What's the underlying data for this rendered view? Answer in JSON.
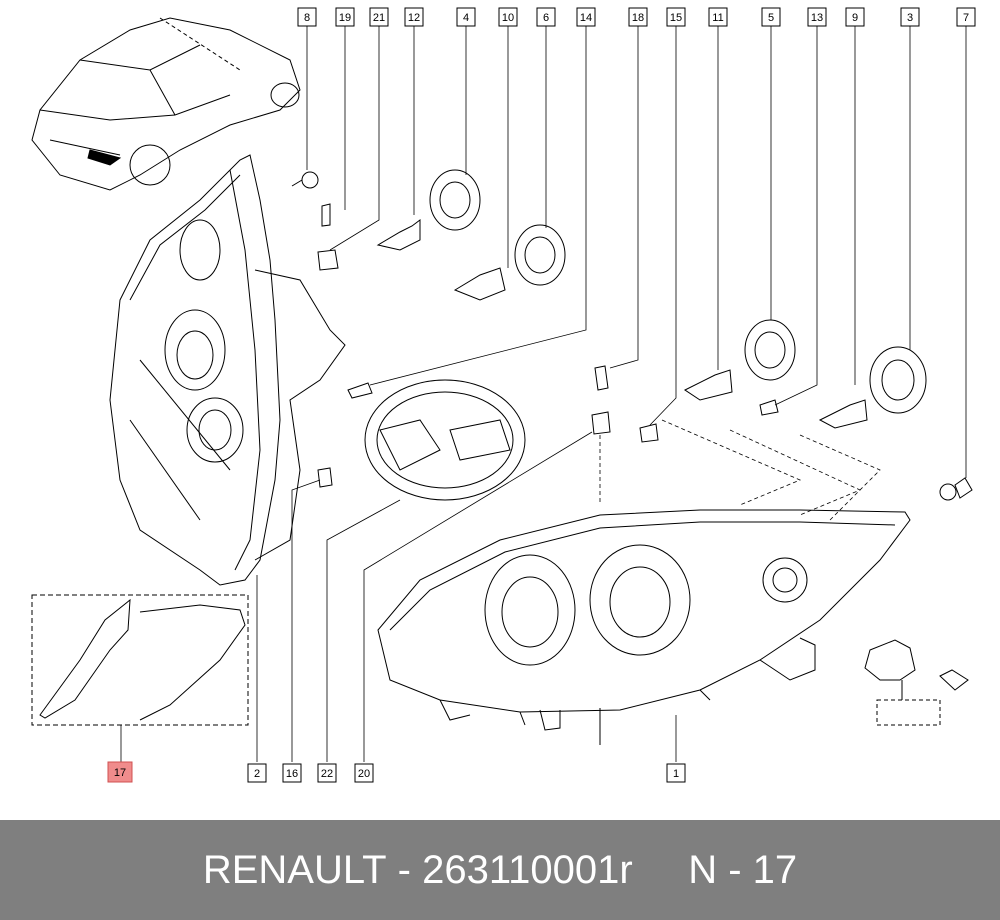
{
  "callouts_top": [
    "8",
    "19",
    "21",
    "12",
    "4",
    "10",
    "6",
    "14",
    "18",
    "15",
    "11",
    "5",
    "13",
    "9",
    "3",
    "7"
  ],
  "callouts_bottom": [
    "17",
    "2",
    "16",
    "22",
    "20",
    "1"
  ],
  "highlighted_callout": "17",
  "highlight_color": "#f08c8c",
  "footer": {
    "brand": "RENAULT",
    "separator": " - ",
    "part_number": "263110001r",
    "gap": "     ",
    "ref_label": "N - 17"
  }
}
